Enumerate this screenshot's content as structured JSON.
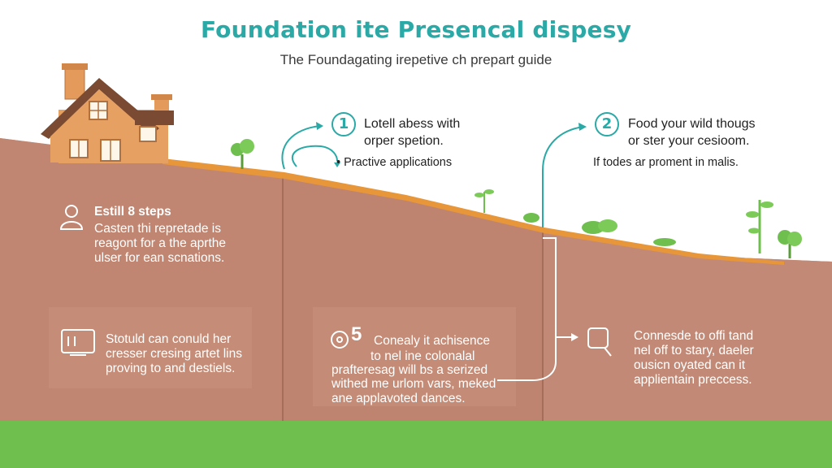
{
  "header": {
    "title": "Foundation ite Presencal dispesy",
    "subtitle": "The Foundagating irepetive ch prepart guide"
  },
  "callout_1": {
    "number": "1",
    "line1": "Lotell abess with",
    "line2": "orper spetion.",
    "bullet": "• Practive applications"
  },
  "callout_2": {
    "number": "2",
    "line1": "Food your wild thougs",
    "line2": "or ster your cesioom.",
    "note": "If todes ar proment in malis."
  },
  "step_left": {
    "heading": "Estill 8 steps",
    "line1": "Casten thi repretade is",
    "line2": "reagont for a the aprthe",
    "line3": "ulser for ean scnations."
  },
  "step_bottom_left": {
    "line1": "Stotuld can conuld her",
    "line2": "cresser cresing artet lins",
    "line3": "proving to and destiels."
  },
  "step_middle": {
    "line1": "Conealy it achisence",
    "line2": "to nel ine colonalal",
    "line3": "prafteresag will bs a serized",
    "line4": "withed me urlom vars, meked",
    "line5": "ane applavoted dances."
  },
  "step_right": {
    "line1": "Connesde to offi tand",
    "line2": "nel off to stary, daeler",
    "line3": "ousicn oyated can it",
    "line4": "applientain preccess."
  },
  "colors": {
    "accent": "#2aa9a6",
    "soil": "#c38a76",
    "soil_dark": "#b47a66",
    "topsoil": "#e8963a",
    "grass": "#6fbf4e",
    "house": "#e39a5a",
    "roof": "#7a4a32"
  }
}
